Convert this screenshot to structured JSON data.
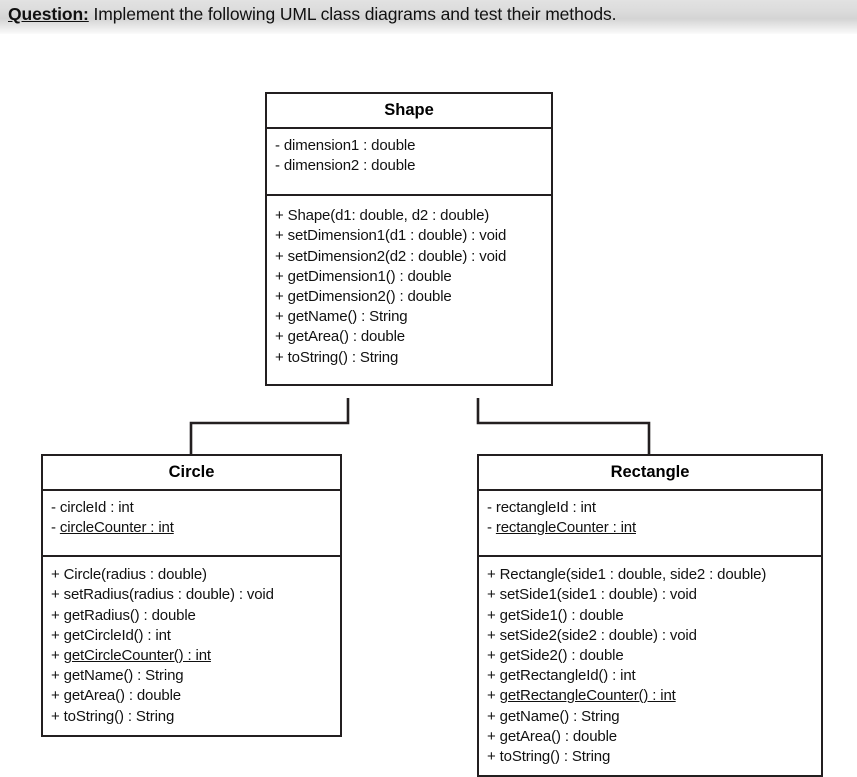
{
  "header": {
    "label": "Question:",
    "text": " Implement the following UML class diagrams and test their methods."
  },
  "diagram": {
    "type": "uml-class-diagram",
    "relationship": "generalization",
    "parent": "Shape",
    "children": [
      "Circle",
      "Rectangle"
    ],
    "classes": {
      "shape": {
        "name": "Shape",
        "attributes": [
          {
            "text": "- dimension1 : double",
            "static": false
          },
          {
            "text": "- dimension2 : double",
            "static": false
          }
        ],
        "operations": [
          {
            "text": "+ Shape(d1: double, d2 : double)",
            "static": false
          },
          {
            "text": "+ setDimension1(d1 : double) : void",
            "static": false
          },
          {
            "text": "+ setDimension2(d2 : double) : void",
            "static": false
          },
          {
            "text": "+ getDimension1() : double",
            "static": false
          },
          {
            "text": "+ getDimension2() : double",
            "static": false
          },
          {
            "text": "+ getName() : String",
            "static": false
          },
          {
            "text": "+ getArea() : double",
            "static": false
          },
          {
            "text": "+ toString() : String",
            "static": false
          }
        ]
      },
      "circle": {
        "name": "Circle",
        "attributes": [
          {
            "text": "- circleId : int",
            "static": false
          },
          {
            "prefix": "- ",
            "text": "circleCounter : int",
            "static": true
          }
        ],
        "operations": [
          {
            "text": "+ Circle(radius : double)",
            "static": false
          },
          {
            "text": "+ setRadius(radius : double) : void",
            "static": false
          },
          {
            "text": "+ getRadius() : double",
            "static": false
          },
          {
            "text": "+ getCircleId() : int",
            "static": false
          },
          {
            "prefix": "+ ",
            "text": "getCircleCounter() : int",
            "static": true
          },
          {
            "text": "+ getName() : String",
            "static": false
          },
          {
            "text": "+ getArea() : double",
            "static": false
          },
          {
            "text": "+ toString() : String",
            "static": false
          }
        ]
      },
      "rectangle": {
        "name": "Rectangle",
        "attributes": [
          {
            "text": "- rectangleId : int",
            "static": false
          },
          {
            "prefix": "- ",
            "text": "rectangleCounter : int",
            "static": true
          }
        ],
        "operations": [
          {
            "text": "+ Rectangle(side1 : double, side2 : double)",
            "static": false
          },
          {
            "text": "+ setSide1(side1 : double) : void",
            "static": false
          },
          {
            "text": "+ getSide1() : double",
            "static": false
          },
          {
            "text": "+ setSide2(side2 : double) : void",
            "static": false
          },
          {
            "text": "+ getSide2() : double",
            "static": false
          },
          {
            "text": "+ getRectangleId() : int",
            "static": false
          },
          {
            "prefix": "+ ",
            "text": "getRectangleCounter() : int",
            "static": true
          },
          {
            "text": "+ getName() : String",
            "static": false
          },
          {
            "text": "+ getArea() : double",
            "static": false
          },
          {
            "text": "+ toString() : String",
            "static": false
          }
        ]
      }
    }
  },
  "colors": {
    "line": "#231f20",
    "text": "#111111",
    "background": "#ffffff",
    "header_gradient_start": "#e2e2e2",
    "header_gradient_end": "#fbfbfb"
  }
}
